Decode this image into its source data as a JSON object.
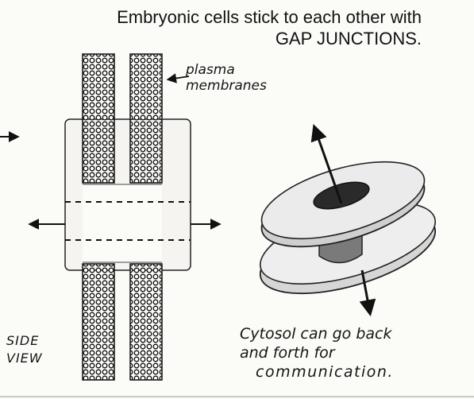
{
  "title": {
    "line1": "Embryonic cells stick to each other with",
    "line2": "GAP JUNCTIONS."
  },
  "labels": {
    "plasma_line1": "plasma",
    "plasma_line2": "membranes",
    "side_line1": "SIDE",
    "side_line2": "VIEW",
    "cytosol_line1": "Cytosol can go back",
    "cytosol_line2": "and forth for",
    "cytosol_line3": "communication."
  }
}
